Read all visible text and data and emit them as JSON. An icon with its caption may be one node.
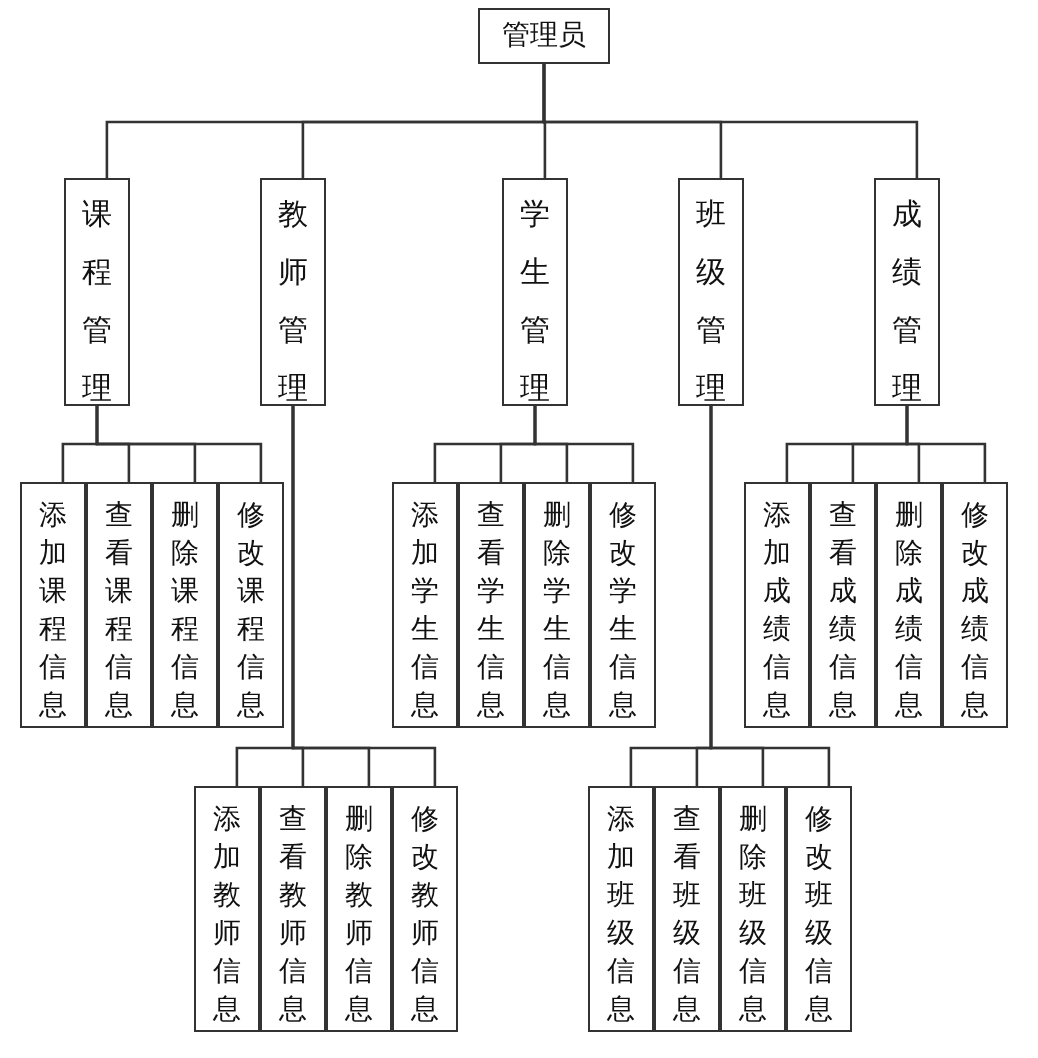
{
  "diagram": {
    "nodes": [
      {
        "text": [
          "管理员"
        ]
      },
      {
        "text": [
          "课程管理"
        ]
      },
      {
        "text": [
          "教师管理"
        ]
      },
      {
        "text": [
          "学生管理"
        ]
      },
      {
        "text": [
          "班级管理"
        ]
      },
      {
        "text": [
          "成绩管理"
        ]
      },
      {
        "text": [
          "添加课程信息"
        ]
      },
      {
        "text": [
          "查看课程信息"
        ]
      },
      {
        "text": [
          "删除课程信息"
        ]
      },
      {
        "text": [
          "修改课程信息"
        ]
      },
      {
        "text": [
          "添加教师信息"
        ]
      },
      {
        "text": [
          "查看教师信息"
        ]
      },
      {
        "text": [
          "删除教师信息"
        ]
      },
      {
        "text": [
          "修改教师信息"
        ]
      },
      {
        "text": [
          "添加学生信息"
        ]
      },
      {
        "text": [
          "查看学生信息"
        ]
      },
      {
        "text": [
          "删除学生信息"
        ]
      },
      {
        "text": [
          "修改学生信息"
        ]
      },
      {
        "text": [
          "添加班级信息"
        ]
      },
      {
        "text": [
          "查看班级信息"
        ]
      },
      {
        "text": [
          "删除班级信息"
        ]
      },
      {
        "text": [
          "修改班级信息"
        ]
      },
      {
        "text": [
          "添加成绩信息"
        ]
      },
      {
        "text": [
          "查看成绩信息"
        ]
      },
      {
        "text": [
          "删除成绩信息"
        ]
      },
      {
        "text": [
          "修改成绩信息"
        ]
      }
    ],
    "edges": [
      {
        "from": 0,
        "to": 1,
        "arrow": "none"
      },
      {
        "from": 0,
        "to": 2,
        "arrow": "none"
      },
      {
        "from": 0,
        "to": 3,
        "arrow": "none"
      },
      {
        "from": 0,
        "to": 4,
        "arrow": "none"
      },
      {
        "from": 0,
        "to": 5,
        "arrow": "none"
      },
      {
        "from": 1,
        "to": 6,
        "arrow": "none"
      },
      {
        "from": 1,
        "to": 7,
        "arrow": "none"
      },
      {
        "from": 1,
        "to": 8,
        "arrow": "none"
      },
      {
        "from": 1,
        "to": 9,
        "arrow": "none"
      },
      {
        "from": 2,
        "to": 10,
        "arrow": "none"
      },
      {
        "from": 2,
        "to": 11,
        "arrow": "none"
      },
      {
        "from": 2,
        "to": 12,
        "arrow": "none"
      },
      {
        "from": 2,
        "to": 13,
        "arrow": "none"
      },
      {
        "from": 3,
        "to": 14,
        "arrow": "none"
      },
      {
        "from": 3,
        "to": 15,
        "arrow": "none"
      },
      {
        "from": 3,
        "to": 16,
        "arrow": "none"
      },
      {
        "from": 3,
        "to": 17,
        "arrow": "none"
      },
      {
        "from": 4,
        "to": 18,
        "arrow": "none"
      },
      {
        "from": 4,
        "to": 19,
        "arrow": "none"
      },
      {
        "from": 4,
        "to": 20,
        "arrow": "none"
      },
      {
        "from": 4,
        "to": 21,
        "arrow": "none"
      },
      {
        "from": 5,
        "to": 22,
        "arrow": "none"
      },
      {
        "from": 5,
        "to": 23,
        "arrow": "none"
      },
      {
        "from": 5,
        "to": 24,
        "arrow": "none"
      },
      {
        "from": 5,
        "to": 25,
        "arrow": "none"
      }
    ]
  }
}
